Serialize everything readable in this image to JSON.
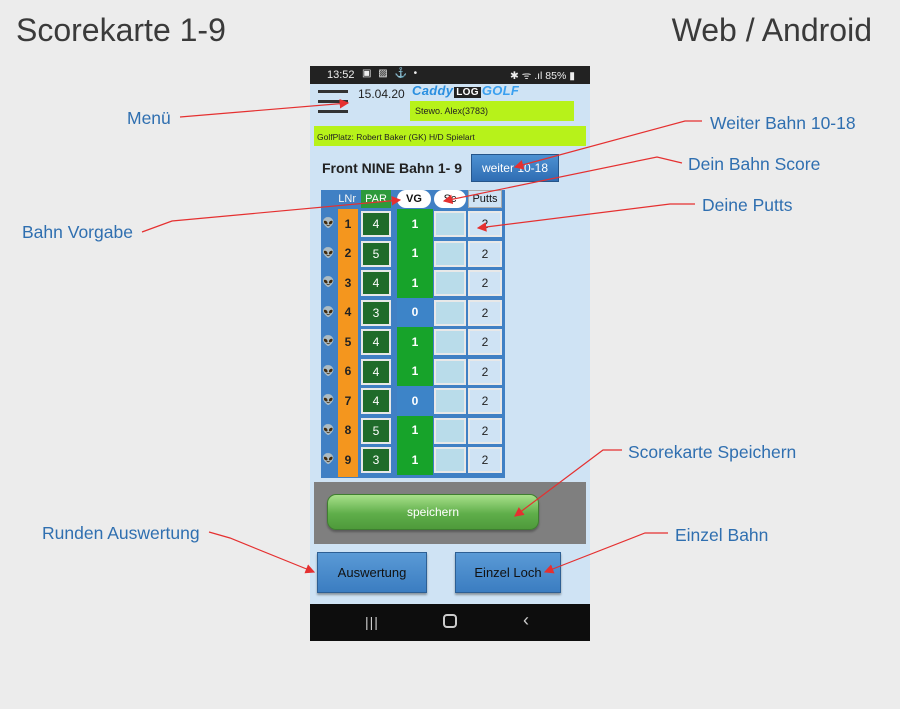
{
  "doc": {
    "title": "Scorekarte 1-9",
    "platform": "Web / Android"
  },
  "annotations": {
    "menu": "Menü",
    "weiter": "Weiter Bahn 10-18",
    "dein_score": "Dein Bahn Score",
    "deine_putts": "Deine Putts",
    "bahn_vorgabe": "Bahn Vorgabe",
    "speichern": "Scorekarte Speichern",
    "runden": "Runden Auswertung",
    "einzel": "Einzel Bahn"
  },
  "status": {
    "time": "13:52",
    "left_icons": "▣ ▨ ⚓ •",
    "right_icons": "✱ ᯤ .ıl 85% ▮"
  },
  "app": {
    "date": "15.04.20",
    "logo_caddy": "Caddy",
    "logo_log": "LOG",
    "logo_golf": "GOLF",
    "player": "Stewo. Alex(3783)",
    "course": "GolfPlatz: Robert Baker (GK) H/D Spielart",
    "front_title": "Front NINE Bahn 1- 9",
    "weiter_label": "weiter 10-18",
    "save_label": "speichern",
    "auswertung_label": "Auswertung",
    "einzel_label": "Einzel Loch"
  },
  "columns": {
    "lnr": "LNr",
    "par": "PAR",
    "vg": "VG",
    "sc": "Sc",
    "putts": "Putts"
  },
  "colors": {
    "vg_strong": "#17a32a",
    "vg_zero": "#3d84c8"
  },
  "holes": [
    {
      "lnr": "1",
      "par": "4",
      "vg": "1",
      "putts": "2"
    },
    {
      "lnr": "2",
      "par": "5",
      "vg": "1",
      "putts": "2"
    },
    {
      "lnr": "3",
      "par": "4",
      "vg": "1",
      "putts": "2"
    },
    {
      "lnr": "4",
      "par": "3",
      "vg": "0",
      "putts": "2"
    },
    {
      "lnr": "5",
      "par": "4",
      "vg": "1",
      "putts": "2"
    },
    {
      "lnr": "6",
      "par": "4",
      "vg": "1",
      "putts": "2"
    },
    {
      "lnr": "7",
      "par": "4",
      "vg": "0",
      "putts": "2"
    },
    {
      "lnr": "8",
      "par": "5",
      "vg": "1",
      "putts": "2"
    },
    {
      "lnr": "9",
      "par": "3",
      "vg": "1",
      "putts": "2"
    }
  ]
}
